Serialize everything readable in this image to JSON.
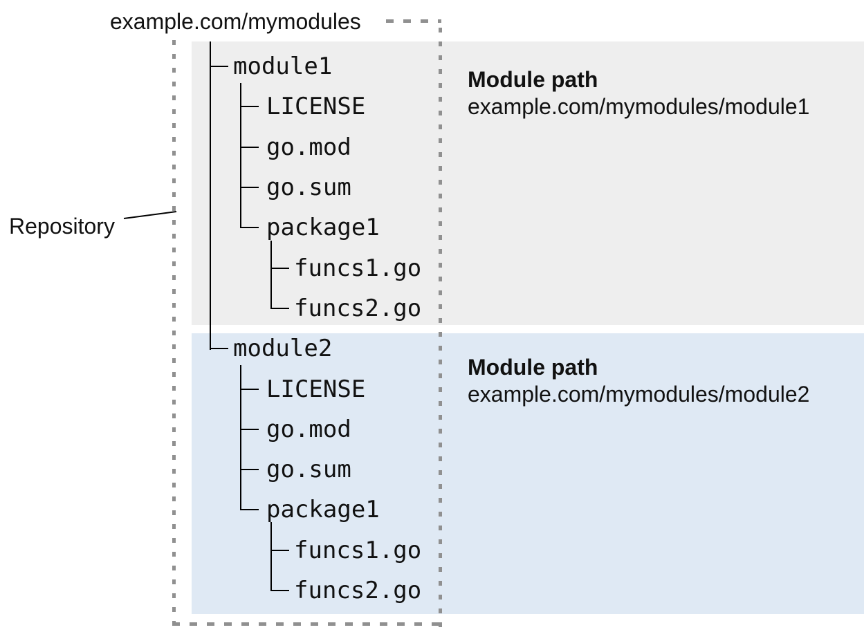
{
  "diagram": {
    "repository_label": "Repository",
    "repository_root": "example.com/mymodules"
  },
  "modules": [
    {
      "name": "module1",
      "files": [
        "LICENSE",
        "go.mod",
        "go.sum"
      ],
      "package": {
        "name": "package1",
        "files": [
          "funcs1.go",
          "funcs2.go"
        ]
      },
      "path_heading": "Module path",
      "path": "example.com/mymodules/module1",
      "highlight_color": "#eeeeee"
    },
    {
      "name": "module2",
      "files": [
        "LICENSE",
        "go.mod",
        "go.sum"
      ],
      "package": {
        "name": "package1",
        "files": [
          "funcs1.go",
          "funcs2.go"
        ]
      },
      "path_heading": "Module path",
      "path": "example.com/mymodules/module2",
      "highlight_color": "#dfe9f4"
    }
  ],
  "colors": {
    "module1_bg": "#eeeeee",
    "module2_bg": "#dfe9f4",
    "dotted_border": "#909090",
    "tree_line": "#000000",
    "text": "#111111"
  }
}
